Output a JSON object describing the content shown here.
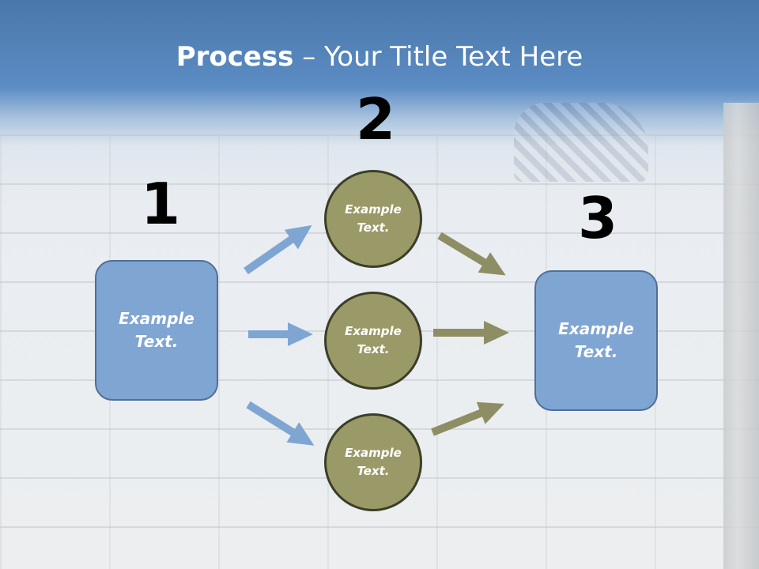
{
  "title": {
    "bold": "Process",
    "rest": " – Your Title Text Here"
  },
  "steps": {
    "one": "1",
    "two": "2",
    "three": "3"
  },
  "boxes": {
    "left": "Example Text.",
    "right": "Example Text."
  },
  "circles": {
    "top": "Example Text.",
    "middle": "Example Text.",
    "bottom": "Example Text."
  },
  "colors": {
    "blue_arrow": "#7fa5d3",
    "olive_arrow": "#8e8e64",
    "box_fill": "#7fa5d3",
    "circle_fill": "#9a9a68"
  }
}
